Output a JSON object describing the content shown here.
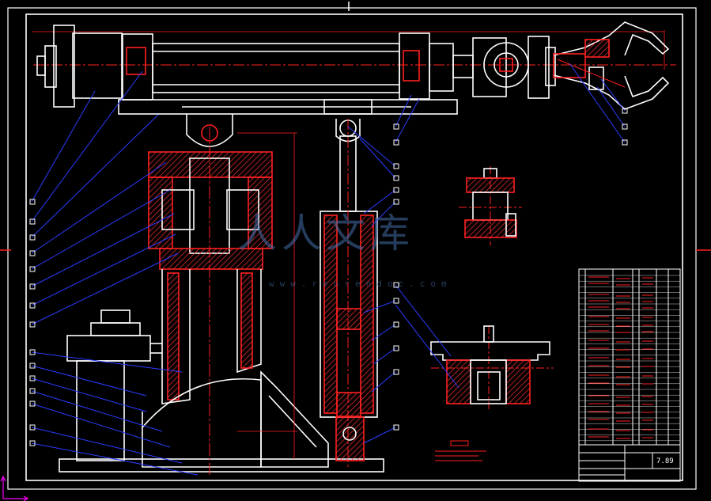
{
  "watermark": {
    "text": "人人文库",
    "url": "www.renrendoc.com"
  },
  "title_block": {
    "drawing_no": "7.89"
  },
  "colors": {
    "background": "#000000",
    "outline": "#ffffff",
    "section": "#ff1a1a",
    "hatch": "#ff3030",
    "leader": "#2c3cff",
    "centerline": "#ff2020",
    "ucs": "#ff00ff"
  }
}
